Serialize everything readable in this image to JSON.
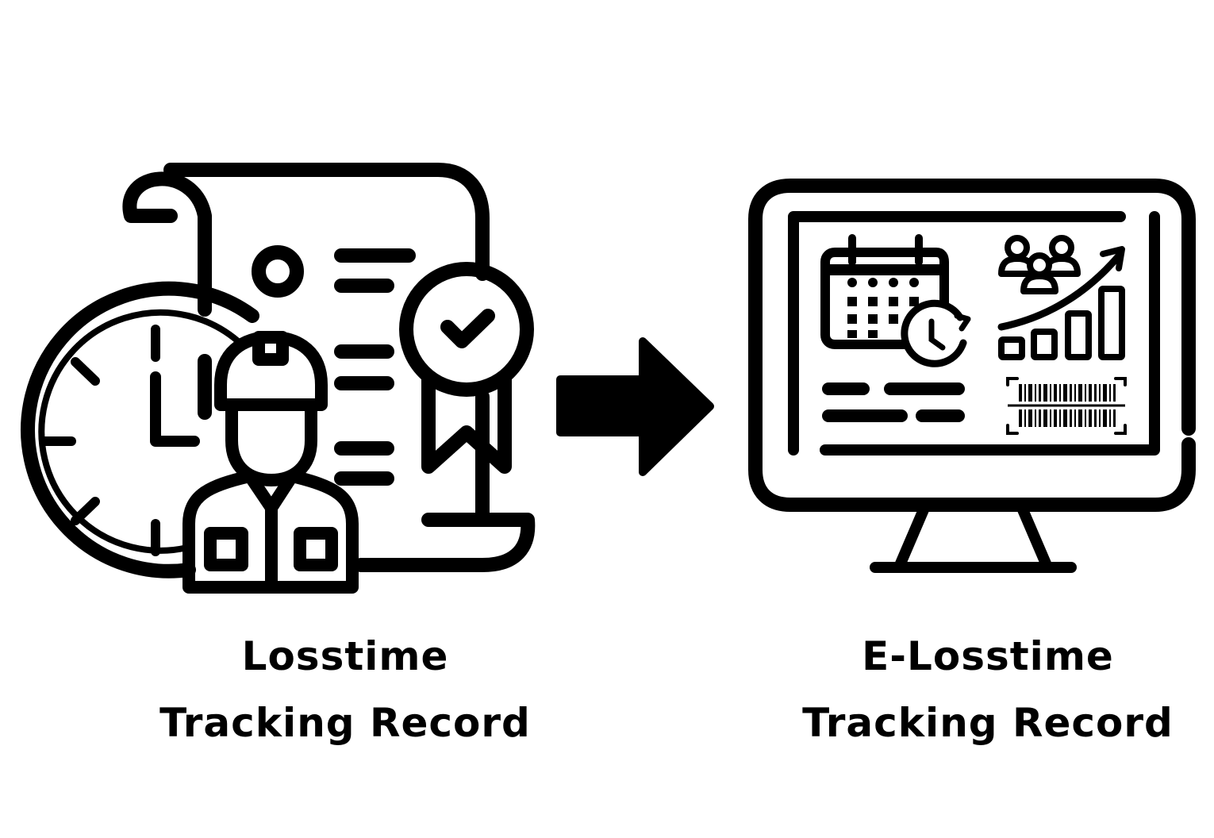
{
  "left_panel": {
    "icon": "paper-record-with-clock-and-worker-icon",
    "caption_line1": "Losstime",
    "caption_line2": "Tracking Record"
  },
  "arrow": {
    "icon": "right-arrow-icon"
  },
  "right_panel": {
    "icon": "computer-monitor-dashboard-icon",
    "caption_line1": "E-Losstime",
    "caption_line2": "Tracking Record"
  },
  "colors": {
    "ink": "#000000",
    "background": "#ffffff"
  }
}
